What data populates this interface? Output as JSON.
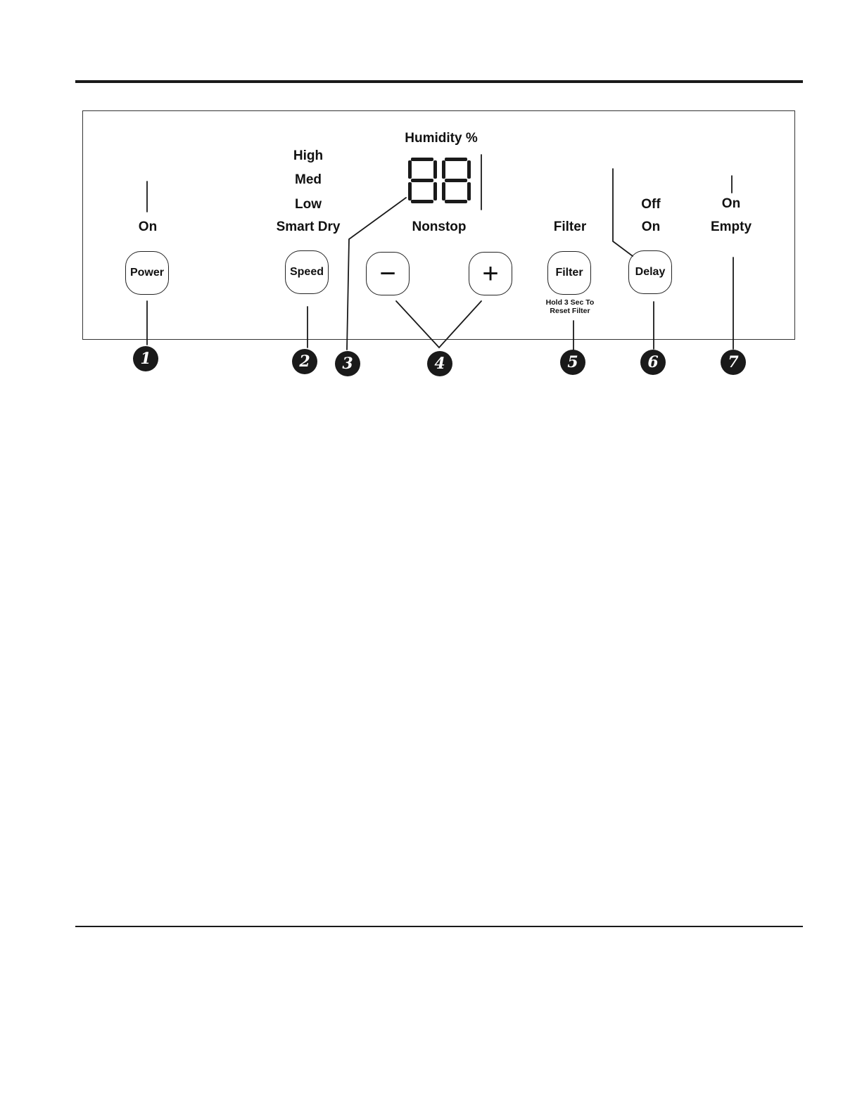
{
  "panel": {
    "power": {
      "indicator": "On",
      "button": "Power"
    },
    "speed": {
      "options": [
        "High",
        "Med",
        "Low",
        "Smart Dry"
      ],
      "button": "Speed"
    },
    "display": {
      "title": "Humidity %",
      "digits": "88",
      "status": "Nonstop"
    },
    "adjust": {
      "minus": "−",
      "plus": "+"
    },
    "filter": {
      "indicator": "Filter",
      "button": "Filter",
      "hint_line1": "Hold 3 Sec To",
      "hint_line2": "Reset Filter"
    },
    "delay": {
      "off": "Off",
      "on": "On",
      "button": "Delay"
    },
    "bucket": {
      "on": "On",
      "empty": "Empty"
    }
  },
  "callouts": [
    "1",
    "2",
    "3",
    "4",
    "5",
    "6",
    "7"
  ],
  "colors": {
    "ink": "#1a1a1a",
    "background": "#ffffff"
  }
}
